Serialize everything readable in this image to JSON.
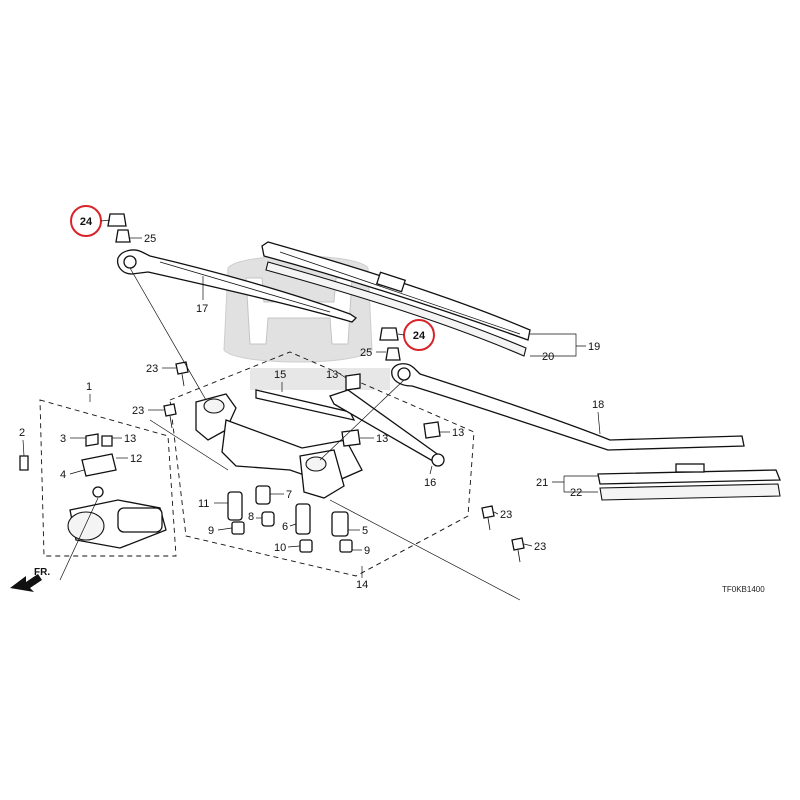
{
  "diagram": {
    "drawing_code": "TF0KB1400",
    "front_label": "FR.",
    "callouts": [
      {
        "id": "callout-1",
        "number": "24",
        "color": "#d8232a"
      },
      {
        "id": "callout-2",
        "number": "24",
        "color": "#d8232a"
      }
    ],
    "part_labels": [
      {
        "id": "label-1",
        "text": "1"
      },
      {
        "id": "label-2",
        "text": "2"
      },
      {
        "id": "label-3",
        "text": "3"
      },
      {
        "id": "label-4",
        "text": "4"
      },
      {
        "id": "label-5",
        "text": "5"
      },
      {
        "id": "label-6",
        "text": "6"
      },
      {
        "id": "label-7",
        "text": "7"
      },
      {
        "id": "label-8",
        "text": "8"
      },
      {
        "id": "label-9a",
        "text": "9"
      },
      {
        "id": "label-9b",
        "text": "9"
      },
      {
        "id": "label-10",
        "text": "10"
      },
      {
        "id": "label-11",
        "text": "11"
      },
      {
        "id": "label-12",
        "text": "12"
      },
      {
        "id": "label-13a",
        "text": "13"
      },
      {
        "id": "label-13b",
        "text": "13"
      },
      {
        "id": "label-13c",
        "text": "13"
      },
      {
        "id": "label-13d",
        "text": "13"
      },
      {
        "id": "label-14",
        "text": "14"
      },
      {
        "id": "label-15",
        "text": "15"
      },
      {
        "id": "label-16",
        "text": "16"
      },
      {
        "id": "label-17",
        "text": "17"
      },
      {
        "id": "label-18",
        "text": "18"
      },
      {
        "id": "label-19",
        "text": "19"
      },
      {
        "id": "label-20",
        "text": "20"
      },
      {
        "id": "label-21",
        "text": "21"
      },
      {
        "id": "label-22",
        "text": "22"
      },
      {
        "id": "label-23a",
        "text": "23"
      },
      {
        "id": "label-23b",
        "text": "23"
      },
      {
        "id": "label-23c",
        "text": "23"
      },
      {
        "id": "label-23d",
        "text": "23"
      },
      {
        "id": "label-25a",
        "text": "25"
      },
      {
        "id": "label-25b",
        "text": "25"
      }
    ]
  }
}
